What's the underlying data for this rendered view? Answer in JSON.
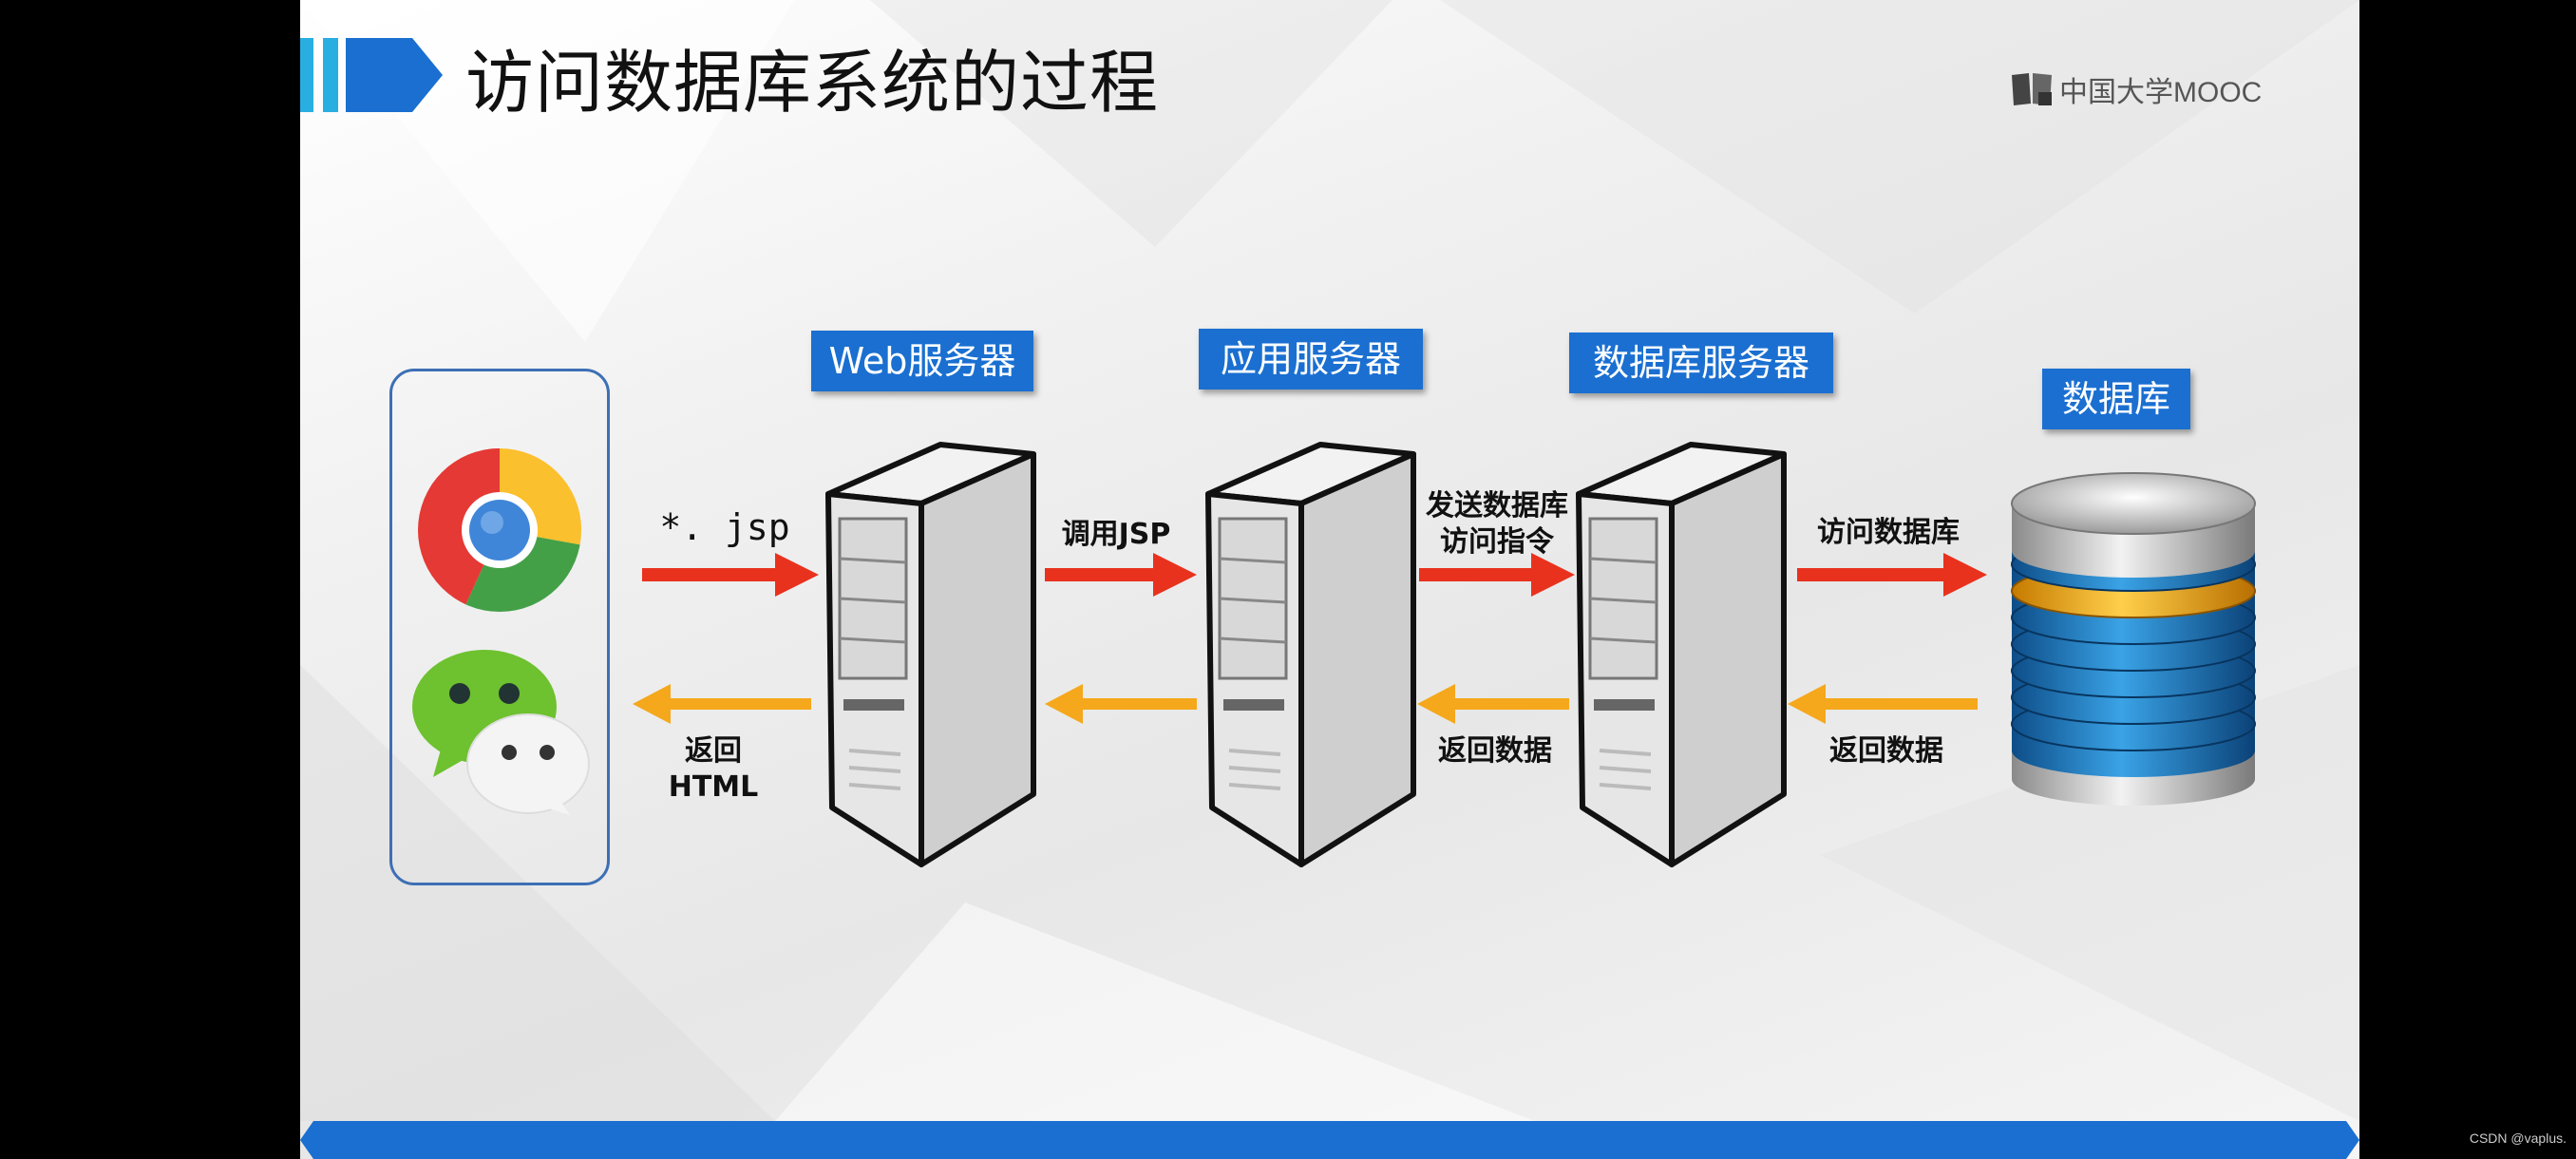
{
  "slide": {
    "title": "访问数据库系统的过程",
    "logo_text": "中国大学MOOC"
  },
  "labels": {
    "web_server": "Web服务器",
    "app_server": "应用服务器",
    "db_server": "数据库服务器",
    "database": "数据库"
  },
  "arrows": {
    "request_1": "*. jsp",
    "request_2": "调用JSP",
    "request_3_line1": "发送数据库",
    "request_3_line2": "访问指令",
    "request_4": "访问数据库",
    "response_1_line1": "返回",
    "response_1_line2": "HTML",
    "response_3": "返回数据",
    "response_4": "返回数据"
  },
  "icons": {
    "client_1": "chrome-icon",
    "client_2": "wechat-icon",
    "server": "tower-server-icon",
    "database": "database-cylinder-icon"
  },
  "colors": {
    "request_arrow": "#e8321e",
    "response_arrow": "#f5a81c",
    "label_bg": "#1a6fd1",
    "accent": "#1a6fd1"
  },
  "watermark": "CSDN @vaplus."
}
